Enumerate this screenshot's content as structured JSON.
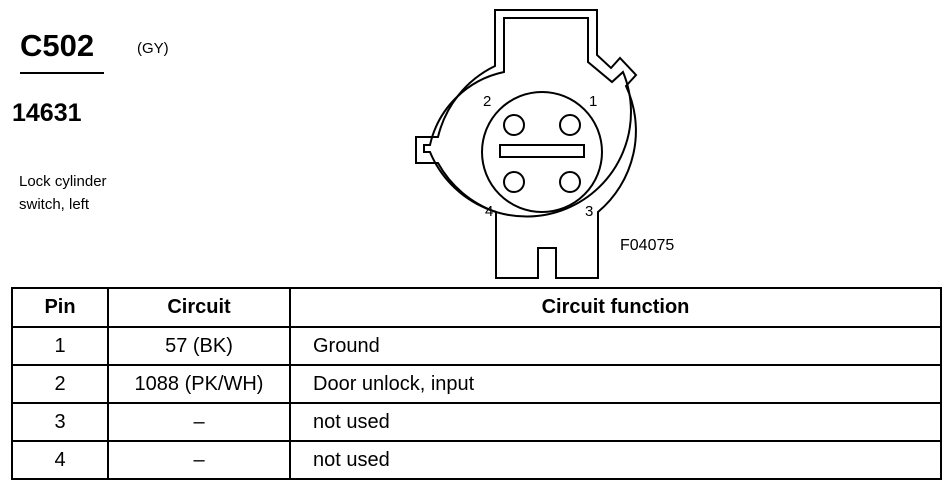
{
  "connector": {
    "id": "C502",
    "color": "(GY)",
    "part_number": "14631",
    "description_lines": [
      "Lock cylinder",
      "switch, left"
    ]
  },
  "diagram": {
    "pins": [
      "1",
      "2",
      "3",
      "4"
    ],
    "figure_code": "F04075"
  },
  "table": {
    "headers": [
      "Pin",
      "Circuit",
      "Circuit function"
    ],
    "rows": [
      {
        "pin": "1",
        "circuit": "57 (BK)",
        "function": "Ground"
      },
      {
        "pin": "2",
        "circuit": "1088 (PK/WH)",
        "function": "Door unlock, input"
      },
      {
        "pin": "3",
        "circuit": "–",
        "function": "not used"
      },
      {
        "pin": "4",
        "circuit": "–",
        "function": "not used"
      }
    ]
  }
}
